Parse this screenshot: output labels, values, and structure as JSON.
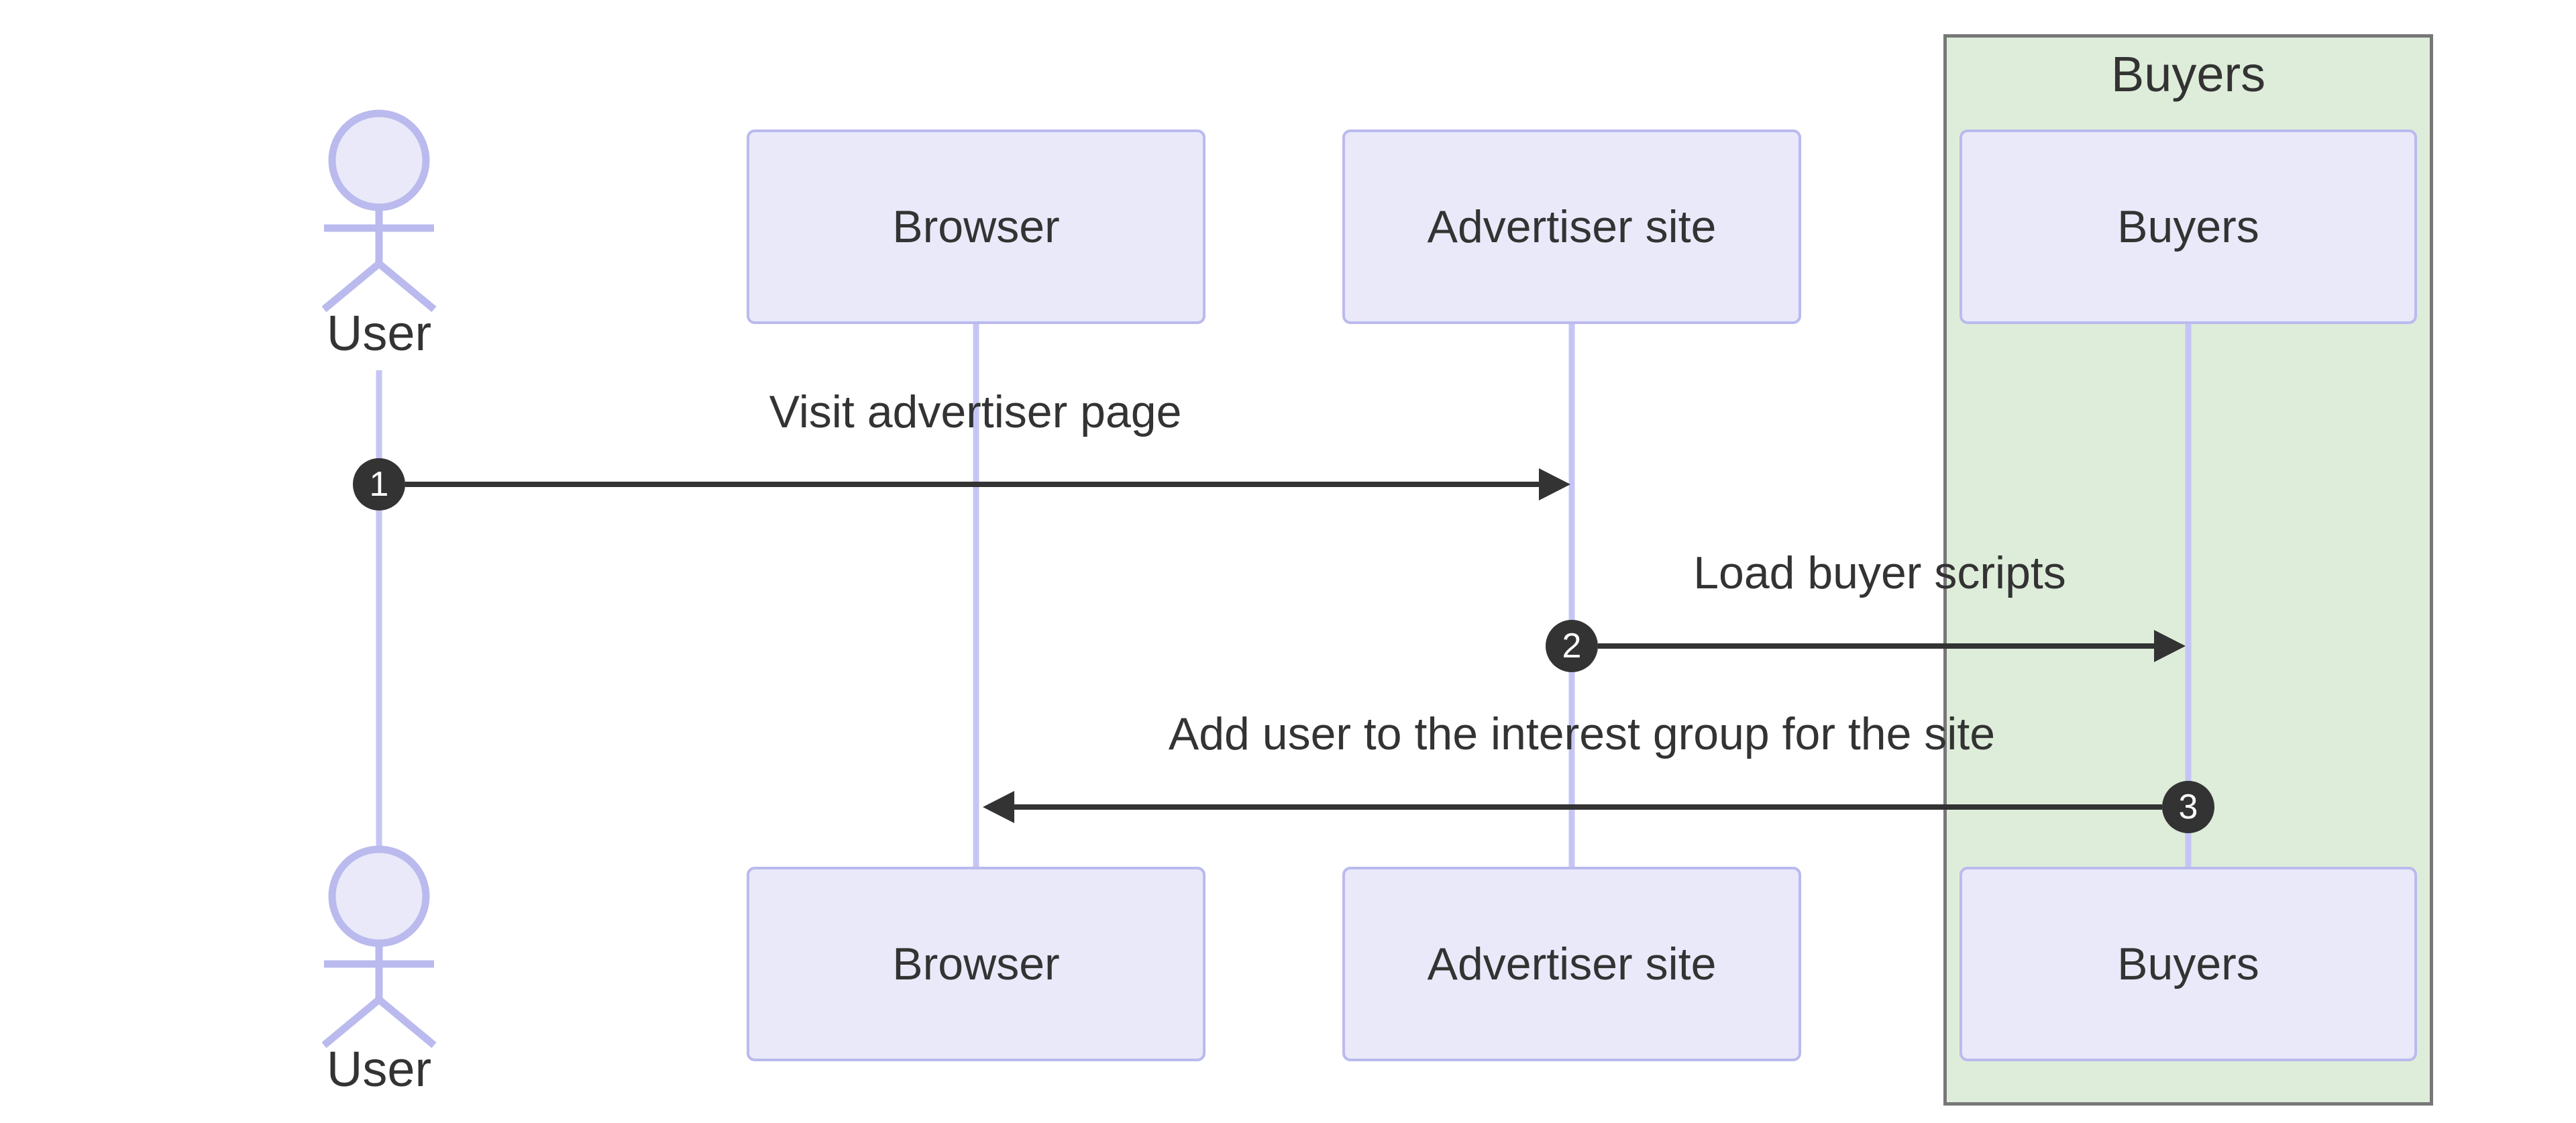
{
  "diagram": {
    "type": "sequence-diagram",
    "group": {
      "label": "Buyers"
    },
    "participants": {
      "user": {
        "label": "User",
        "kind": "actor"
      },
      "browser": {
        "label": "Browser",
        "kind": "participant"
      },
      "advertiser": {
        "label": "Advertiser site",
        "kind": "participant"
      },
      "buyers": {
        "label": "Buyers",
        "kind": "participant",
        "group": "Buyers"
      }
    },
    "messages": [
      {
        "seq": "1",
        "from": "User",
        "to": "Advertiser site",
        "text": "Visit advertiser page"
      },
      {
        "seq": "2",
        "from": "Advertiser site",
        "to": "Buyers",
        "text": "Load buyer scripts"
      },
      {
        "seq": "3",
        "from": "Buyers",
        "to": "Browser",
        "text": "Add user to the interest group for the site"
      }
    ],
    "colors": {
      "participant_fill": "#E9E9FA",
      "participant_border": "#BABAEE",
      "lifeline": "#C5C5F5",
      "group_fill": "#DEEDDA",
      "group_border": "#777777",
      "message_line": "#333333",
      "sequence_badge_fill": "#333333",
      "sequence_badge_text": "#FFFFFF",
      "text": "#333333",
      "background": "#FFFFFF"
    }
  }
}
